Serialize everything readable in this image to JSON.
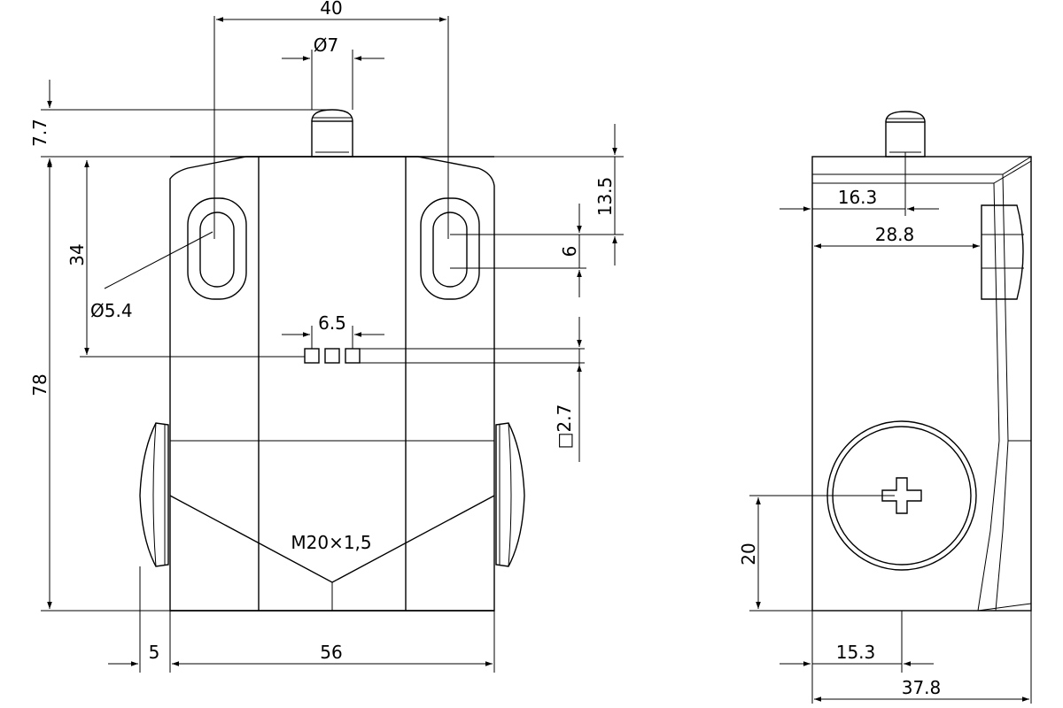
{
  "dimensions": {
    "front_width_top": "40",
    "plunger_diameter": "Ø7",
    "plunger_height": "7.7",
    "slot_to_top": "13.5",
    "slot_length": "6",
    "mount_pitch": "34",
    "hole_diameter": "Ø5.4",
    "terminal_pitch": "6.5",
    "overall_height": "78",
    "terminal_square": "□2.7",
    "thread": "M20×1,5",
    "flange_offset": "5",
    "body_width": "56",
    "side_plunger_offset": "16.3",
    "side_mount_offset": "28.8",
    "side_cable_height": "20",
    "side_cable_offset": "15.3",
    "side_depth": "37.8"
  }
}
